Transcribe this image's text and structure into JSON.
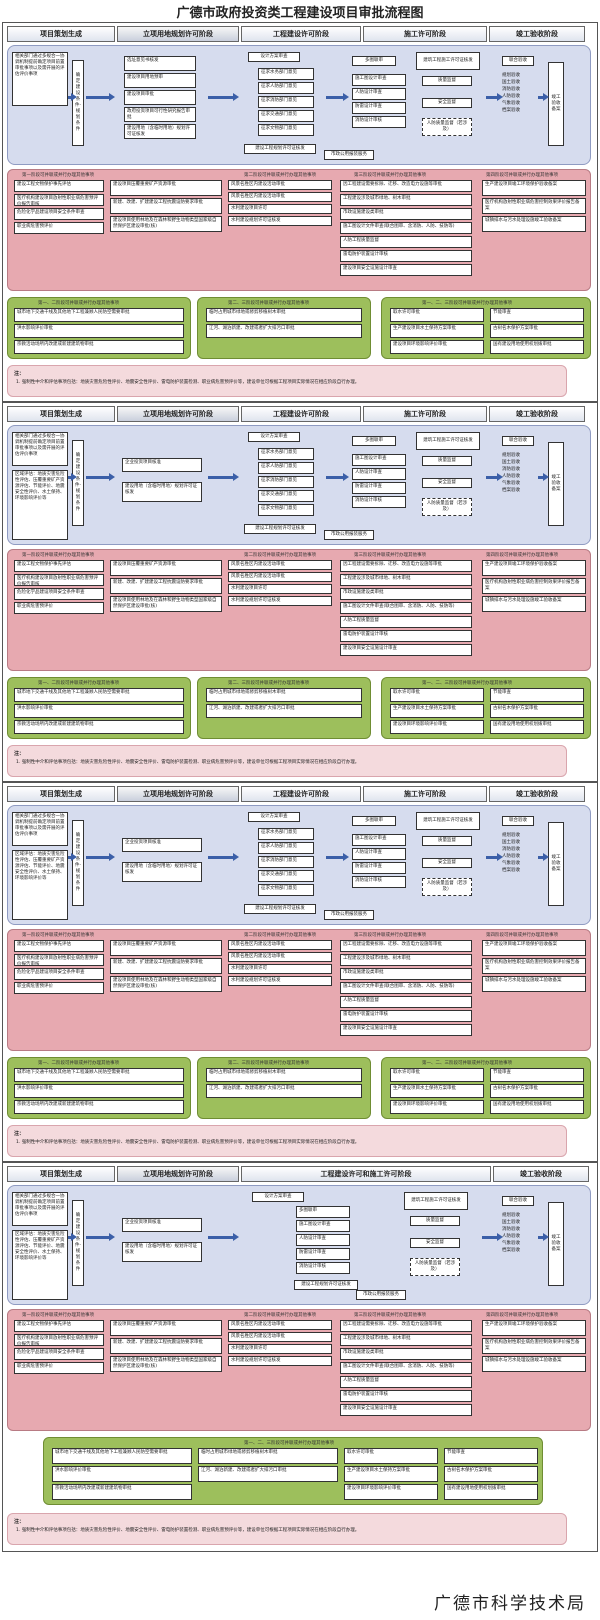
{
  "title": "广德市政府投资类工程建设项目审批流程图",
  "footer": "广德市科学技术局",
  "stages_5": [
    "项目策划生成",
    "立项用地规划许可阶段",
    "工程建设许可阶段",
    "施工许可阶段",
    "竣工验收阶段"
  ],
  "stages_4": [
    "项目策划生成",
    "立项用地规划许可阶段",
    "工程建设许可和施工许可阶段",
    "竣工验收阶段"
  ],
  "plan": {
    "intro_s1": "相关部门通过多规合一协调机制提前确定项目前置审批事项以及需开展的评估评价事项",
    "intro_s2": "相关部门通过多规合一协调机制提前确定项目前置审批事项以及需开展的评估评价事项",
    "regional": "区域评估：地质灾害危险性评估、压覆重要矿产资源评估、节能评价、地震安全性评价、水土保持、环境影响评价等",
    "confirm": "确定建设条件·规划条件"
  },
  "land": {
    "s1": [
      "选址意见书核发",
      "建设项目用地预审",
      "建设项目审批",
      "政府投资项目可行性研究报告审批",
      "建设用地（含临时用地）规划许可证核发"
    ],
    "s2": [
      "企业投资项目核准",
      "建设用地（含临时用地）规划许可证核发"
    ]
  },
  "eng": {
    "design": "设计方案审查",
    "list": [
      "征求水务部门意见",
      "征求人防部门意见",
      "征求消防部门意见",
      "征求交通部门意见",
      "征求文物部门意见"
    ],
    "permit": "建设工程规划许可证核发",
    "list4": [
      "多图联审",
      "施工图设计审查",
      "人防设计审查",
      "防雷设计审查",
      "消防设计审核"
    ]
  },
  "cons": {
    "review": "多图联审",
    "list": [
      "施工图设计审查",
      "人防设计审查",
      "防雷设计审查",
      "消防设计审核"
    ],
    "permit": "建筑工程施工许可证核发",
    "quality": "质量监督",
    "safety": "安全监督",
    "civil": "人防质量监督（若涉及）",
    "related": "市政公用报装服务"
  },
  "acc": {
    "unified": "联合验收",
    "list": [
      "规划验收",
      "国土验收",
      "消防验收",
      "人防验收",
      "气象验收",
      "档案验收"
    ],
    "record": "竣工验收备案"
  },
  "pink": {
    "h1": "第一阶段可并联或并行办理其他事项",
    "h2": "第二阶段可并联或并行办理其他事项",
    "h3": "第三阶段可并联或并行办理其他事项",
    "h4": "第四阶段可并联或并行办理其他事项",
    "c1": [
      "建设工程文物保护事先评估",
      "医疗机构建设项目放射性职业病危害预评价报告审核",
      "危险化学品建设项目安全条件审查",
      "职业病危害预评价"
    ],
    "c2": [
      "建设项目压覆重要矿产资源审批",
      "新建、改建、扩建建设工程抗震设防要求审批",
      "建设项目使用林地及在森林和野生动物类型国家级自然保护区建设审批(核)"
    ],
    "c3": [
      "风景名胜区内建设活动审批",
      "风景名胜区内建设活动审批",
      "水利建设项目许可",
      "水利建设规划许可证核发"
    ],
    "c4": [
      "因工程建设需要拆除、迁移、改造电力设施等审批",
      "工程建设涉及城市绿地、树木审批",
      "市政设施建设类审批",
      "施工图设计文件审查(联合图审、含消防、人防、技防等)",
      "人防工程质量监督",
      "雷电防护装置设计审核",
      "建设项目安全设施设计审查"
    ],
    "c5": [
      "生产建设项目竣工环境保护验收备案",
      "医疗机构放射性职业病危害控制效果评价报告备案",
      "城镇排水与污水处理设施竣工验收备案"
    ]
  },
  "green": {
    "h1": "第一、二阶段可并联或并行办理其他事项",
    "h2": "第二、三阶段可并联或并行办理其他事项",
    "h3": "第一、二、三阶段可并联或并行办理其他事项",
    "g1": [
      "城市地下交通干线及其他地下工程兼顾人民防空需要审批",
      "洪水影响评价审批",
      "宗教活动场所内改建或新建建筑物审批"
    ],
    "g2": [
      "临时占用城市绿地或修剪移植树木审批",
      "江河、湖泊新建、改建或者扩大排污口审批"
    ],
    "g3": [
      "取水许可审批",
      "节能审查",
      "生产建设项目水土保持方案审批",
      "古树名木保护方案审批",
      "建设项目环境影响评价审批",
      "国有建设用地使用权划拨审批"
    ]
  },
  "note": {
    "label": "注：",
    "text": "1. 强制性中介和评估事项包括：地质灾害危险性评价、地震安全性评价、雷电防护装置检测、职业病危害预评价等，建设单位可根据工程项目实际情况在相应阶段自行办理。"
  }
}
